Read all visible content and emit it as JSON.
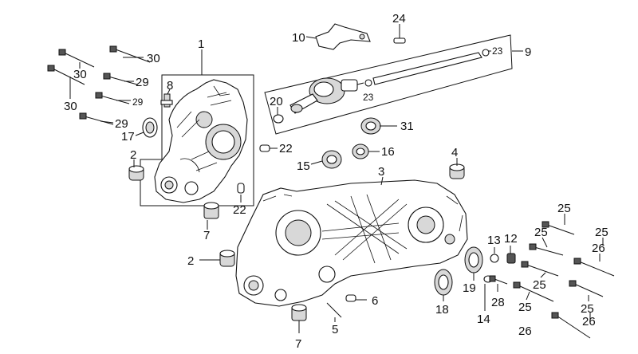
{
  "callouts": {
    "c1": "1",
    "c2a": "2",
    "c2b": "2",
    "c3": "3",
    "c4": "4",
    "c5": "5",
    "c6": "6",
    "c7a": "7",
    "c7b": "7",
    "c8": "8",
    "c9": "9",
    "c10": "10",
    "c12": "12",
    "c13": "13",
    "c14": "14",
    "c15": "15",
    "c16": "16",
    "c17": "17",
    "c18": "18",
    "c19": "19",
    "c20": "20",
    "c22a": "22",
    "c22b": "22",
    "c23a": "23",
    "c23b": "23",
    "c24": "24",
    "c25a": "25",
    "c25b": "25",
    "c25c": "25",
    "c25d": "25",
    "c25e": "25",
    "c25f": "25",
    "c26a": "26",
    "c26b": "26",
    "c26c": "26",
    "c28": "28",
    "c29a": "29",
    "c29b": "29",
    "c29c": "29",
    "c30a": "30",
    "c30b": "30",
    "c30c": "30",
    "c31": "31"
  }
}
